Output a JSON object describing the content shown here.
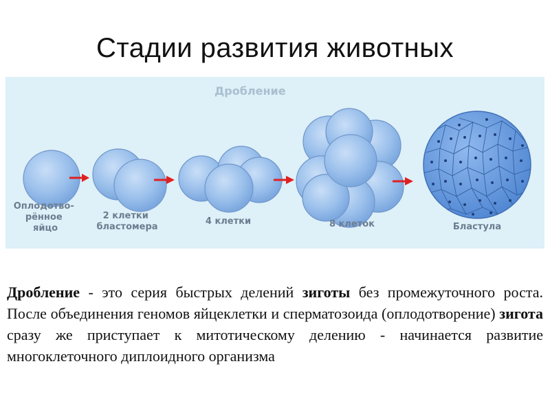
{
  "title": "Стадии развития животных",
  "diagram": {
    "title": "Дробление",
    "stages": [
      {
        "label_lines": [
          "Оплодотво-",
          "рённое",
          "яйцо"
        ]
      },
      {
        "label_lines": [
          "2 клетки",
          "бластомера"
        ]
      },
      {
        "label_lines": [
          "4 клетки"
        ]
      },
      {
        "label_lines": [
          "8 клеток"
        ]
      },
      {
        "label_lines": [
          "Бластула"
        ]
      }
    ],
    "colors": {
      "background": "#def0f8",
      "cell_fill": "#8fb9e8",
      "cell_stroke": "#5d86c4",
      "arrow": "#e02020"
    }
  },
  "paragraph": {
    "t1": "Дробление",
    "t2": " - это серия быстрых делений ",
    "t3": "зиготы",
    "t4": " без промежуточного роста. После объединения геномов яйцеклетки и сперматозоида (оплодотворение) ",
    "t5": "зигота",
    "t6": " сразу же приступает к митотическому делению - начинается развитие многоклеточного диплоидного организма"
  }
}
